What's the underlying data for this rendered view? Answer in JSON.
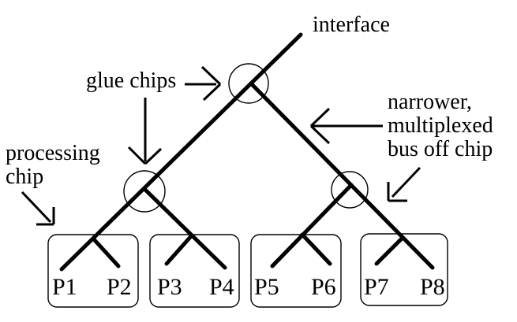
{
  "colors": {
    "background": "#ffffff",
    "line": "#000000",
    "text": "#000000"
  },
  "labels": {
    "interface": "interface",
    "glue_chips": "glue chips",
    "processing_chip": "processing\nchip",
    "bus_note": "narrower,\nmultiplexed\nbus off chip"
  },
  "processors": [
    "P1",
    "P2",
    "P3",
    "P4",
    "P5",
    "P6",
    "P7",
    "P8"
  ],
  "icons": {
    "glue_chips_arrows": [
      "arrow-right-icon",
      "arrow-down-icon"
    ],
    "processing_chip_arrow": "arrow-down-right-icon",
    "bus_note_arrows": [
      "arrow-left-icon",
      "arrow-down-left-icon"
    ]
  }
}
